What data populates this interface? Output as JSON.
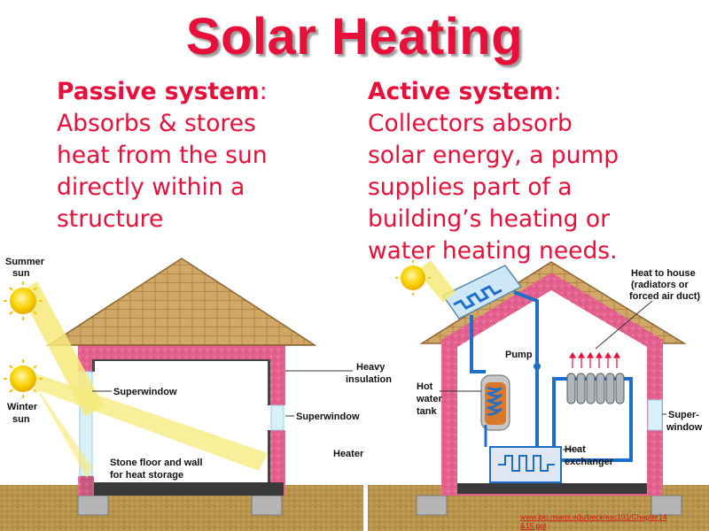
{
  "title": "Solar Heating",
  "passive": {
    "heading": "Passive system",
    "lines": [
      "Absorbs & stores",
      "heat from the sun",
      "directly within a",
      "structure"
    ]
  },
  "active": {
    "heading": "Active system",
    "lines": [
      "Collectors absorb",
      "solar energy, a pump",
      "supplies part of a",
      "building’s heating or",
      "water heating needs."
    ]
  },
  "left_diagram": {
    "summer_sun": [
      "Summer",
      "sun"
    ],
    "winter_sun": [
      "Winter",
      "sun"
    ],
    "superwindow_left": "Superwindow",
    "heavy_insulation": [
      "Heavy",
      "insulation"
    ],
    "superwindow_right": "Superwindow",
    "heater": "Heater",
    "stone_floor": [
      "Stone floor and wall",
      "for heat storage"
    ]
  },
  "right_diagram": {
    "heat_to_house": [
      "Heat to house",
      "(radiators or",
      "forced air duct)"
    ],
    "pump": "Pump",
    "hot_water_tank": [
      "Hot",
      "water",
      "tank"
    ],
    "heat_exchanger": [
      "Heat",
      "exchanger"
    ],
    "super_window": [
      "Super-",
      "window"
    ]
  },
  "source": [
    "www.bio.miami.edu/beck/esc101/Chapter14",
    "&15.ppt"
  ],
  "colors": {
    "title": "#e8103a",
    "text": "#e8103a",
    "roof": "#cfa35c",
    "insulation": "#e05a8a",
    "ground": "#b39048",
    "sun": "#f5c400",
    "pipe": "#1d6fc9",
    "tank": "#d9782a"
  }
}
